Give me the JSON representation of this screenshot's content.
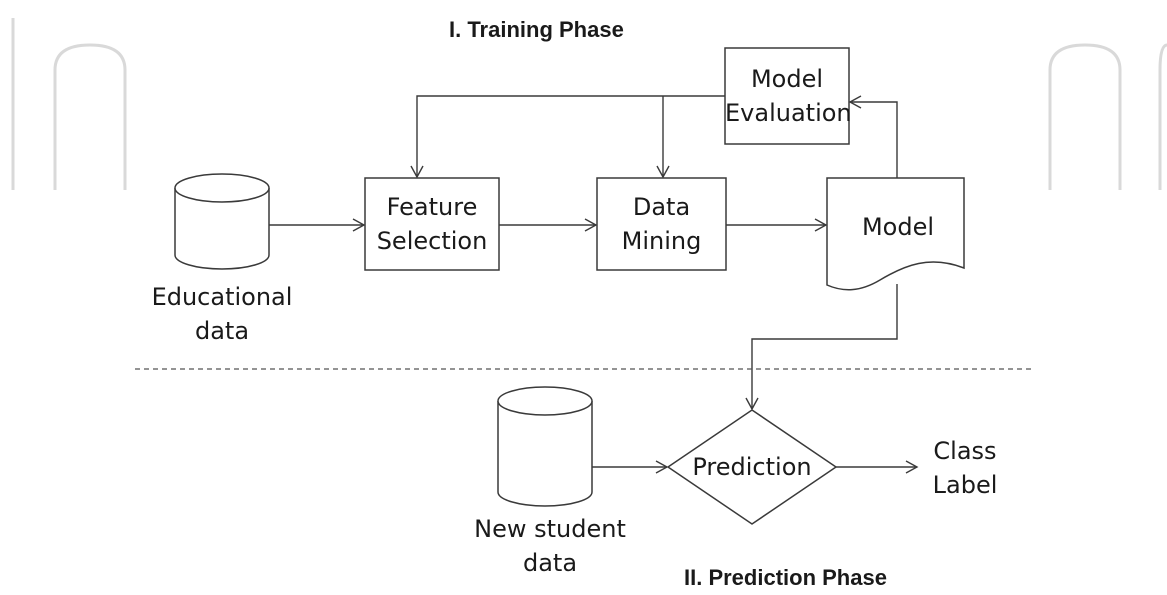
{
  "titles": {
    "training_phase": "I. Training Phase",
    "prediction_phase": "II. Prediction Phase"
  },
  "nodes": {
    "educational_data": {
      "line1": "Educational",
      "line2": "data"
    },
    "feature_selection": {
      "line1": "Feature",
      "line2": "Selection"
    },
    "data_mining": {
      "line1": "Data",
      "line2": "Mining"
    },
    "model": {
      "label": "Model"
    },
    "model_evaluation": {
      "line1": "Model",
      "line2": "Evaluation"
    },
    "new_student_data": {
      "line1": "New student",
      "line2": "data"
    },
    "prediction": {
      "label": "Prediction"
    },
    "class_label": {
      "line1": "Class",
      "line2": "Label"
    }
  },
  "colors": {
    "stroke": "#3a3a3a",
    "watermark": "#d9d9d9",
    "text": "#1a1a1a"
  }
}
